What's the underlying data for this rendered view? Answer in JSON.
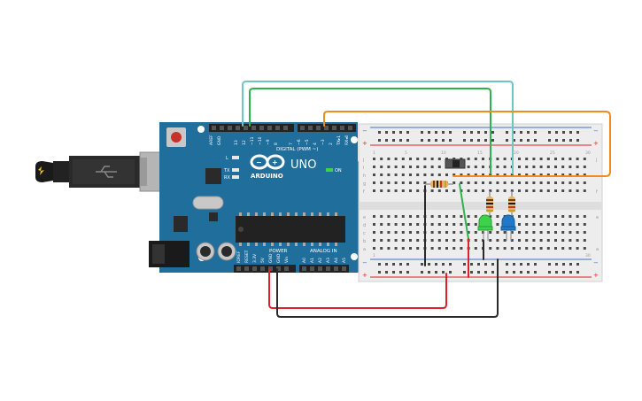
{
  "arduino": {
    "brand": "ARDUINO",
    "model": "UNO",
    "digital_label": "DIGITAL (PWM ~)",
    "power_label": "POWER",
    "analog_label": "ANALOG IN",
    "led_l": "L",
    "led_tx": "TX",
    "led_rx": "RX",
    "on_label": "ON",
    "digital_pins": [
      "AREF",
      "GND",
      "13",
      "12",
      "~11",
      "~10",
      "~9",
      "8",
      "7",
      "~6",
      "~5",
      "4",
      "~3",
      "2",
      "TX▸1",
      "RX◂0"
    ],
    "power_pins": [
      "IOREF",
      "RESET",
      "3.3V",
      "5V",
      "GND",
      "GND",
      "Vin"
    ],
    "analog_pins": [
      "A0",
      "A1",
      "A2",
      "A3",
      "A4",
      "A5"
    ]
  },
  "breadboard": {
    "rows_top": [
      "j",
      "i",
      "h",
      "g",
      "f"
    ],
    "rows_bottom": [
      "e",
      "d",
      "c",
      "b",
      "a"
    ],
    "column_numbers": [
      "1",
      "5",
      "10",
      "15",
      "20",
      "25",
      "30"
    ],
    "rail_minus": "−",
    "rail_plus": "+"
  },
  "wires": {
    "colors": {
      "cyan": "#6ec5c2",
      "green": "#2fb24c",
      "orange": "#f08c1c",
      "red": "#e0202a",
      "black": "#2a2a2a"
    }
  },
  "components": {
    "led_green_color": "#3cd24a",
    "led_blue_color": "#1f78c8"
  }
}
